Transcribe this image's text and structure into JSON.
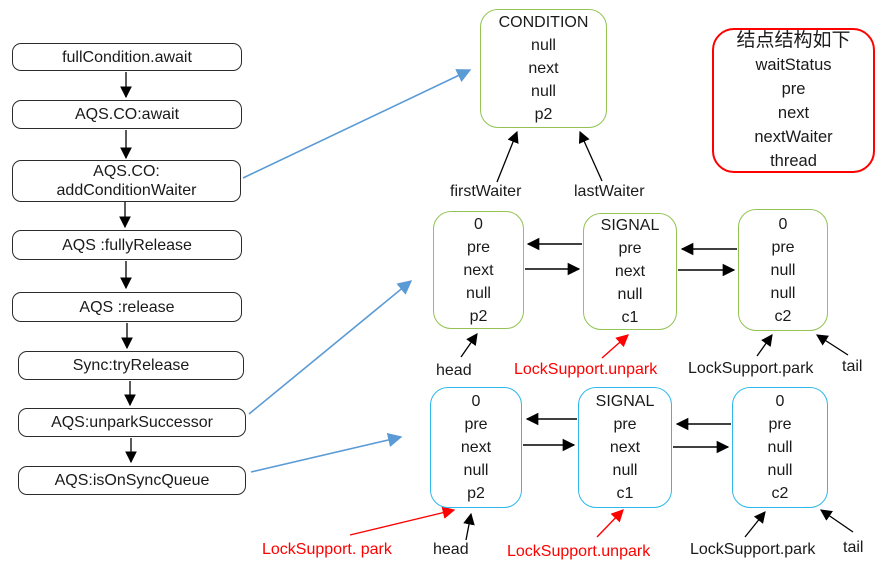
{
  "colors": {
    "node_green_border": "#92c353",
    "node_cyan_border": "#2eb8ea",
    "legend_red_border": "#ff0000",
    "flow_arrow_blue": "#5b9bd5",
    "link_arrow_black": "#000000",
    "highlight_red_text": "#ff0000"
  },
  "flowchart": {
    "steps": [
      {
        "label": "fullCondition.await"
      },
      {
        "label": "AQS.CO:await"
      },
      {
        "label": "AQS.CO:\naddConditionWaiter"
      },
      {
        "label": "AQS :fullyRelease"
      },
      {
        "label": "AQS :release"
      },
      {
        "label": "Sync:tryRelease"
      },
      {
        "label": "AQS:unparkSuccessor"
      },
      {
        "label": "AQS:isOnSyncQueue"
      }
    ]
  },
  "condition_node": {
    "lines": [
      "CONDITION",
      "null",
      "next",
      "null",
      "p2"
    ]
  },
  "condition_labels": {
    "first_waiter": "firstWaiter",
    "last_waiter": "lastWaiter"
  },
  "legend_node": {
    "lines": [
      "结点结构如下",
      "waitStatus",
      "pre",
      "next",
      "nextWaiter",
      "thread"
    ]
  },
  "released_queue": {
    "nodes": [
      {
        "lines": [
          "0",
          "pre",
          "next",
          "null",
          "p2"
        ]
      },
      {
        "lines": [
          "SIGNAL",
          "pre",
          "next",
          "null",
          "c1"
        ]
      },
      {
        "lines": [
          "0",
          "pre",
          "null",
          "null",
          "c2"
        ]
      }
    ],
    "labels": {
      "head": "head",
      "unpark": "LockSupport.unpark",
      "park": "LockSupport.park",
      "tail": "tail"
    }
  },
  "parked_queue": {
    "nodes": [
      {
        "lines": [
          "0",
          "pre",
          "next",
          "null",
          "p2"
        ]
      },
      {
        "lines": [
          "SIGNAL",
          "pre",
          "next",
          "null",
          "c1"
        ]
      },
      {
        "lines": [
          "0",
          "pre",
          "null",
          "null",
          "c2"
        ]
      }
    ],
    "labels": {
      "park_red": "LockSupport. park",
      "head": "head",
      "unpark": "LockSupport.unpark",
      "park": "LockSupport.park",
      "tail": "tail"
    }
  }
}
